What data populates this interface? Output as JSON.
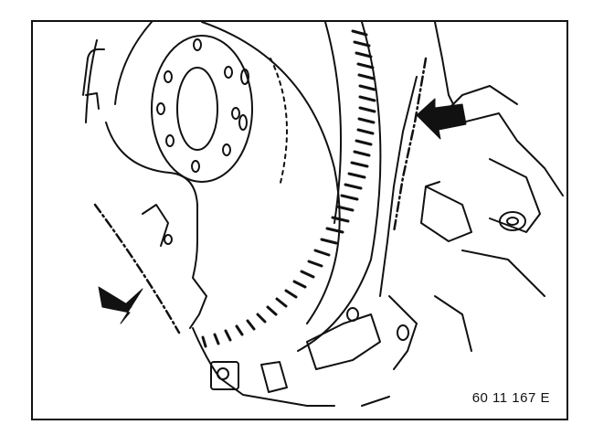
{
  "diagram": {
    "reference_code": "60 11 167 E",
    "callouts": [
      {
        "name": "upper-right-arrow",
        "direction": "left",
        "points_to": "housing-seam-right"
      },
      {
        "name": "lower-left-arrow",
        "direction": "right",
        "points_to": "housing-seam-left"
      }
    ],
    "colors": {
      "ink": "#111111",
      "paper": "#ffffff"
    }
  }
}
